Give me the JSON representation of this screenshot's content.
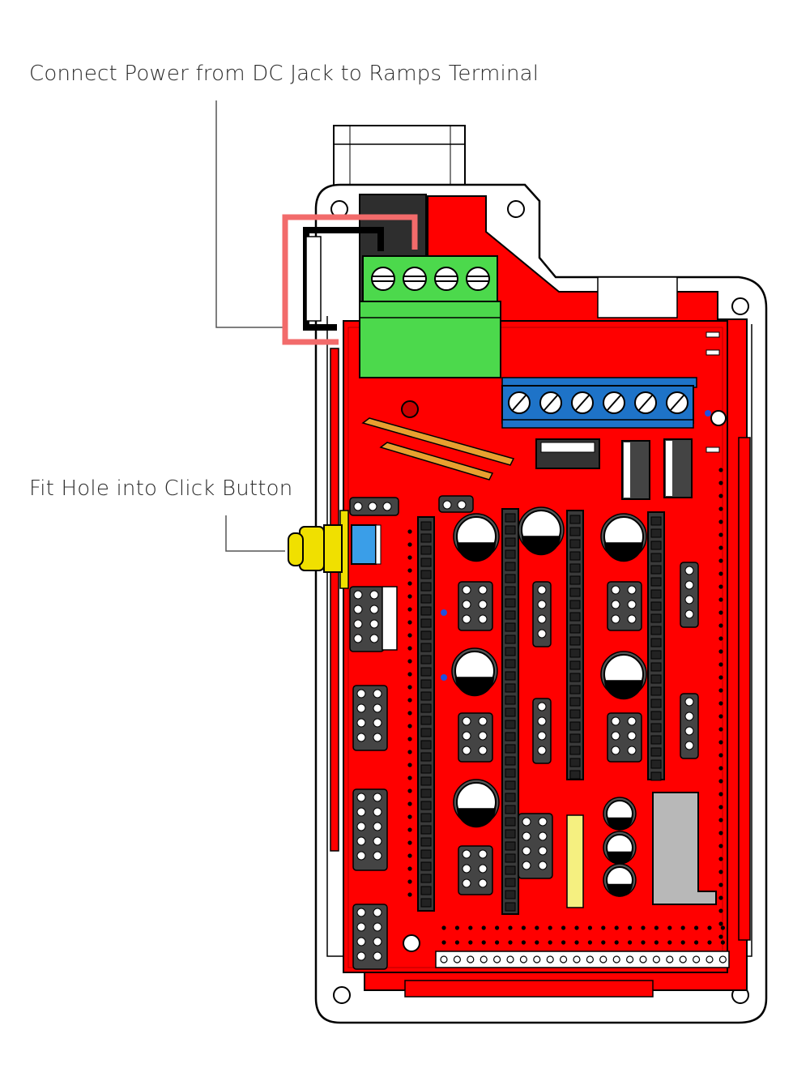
{
  "annotations": {
    "power": "Connect Power from DC Jack to Ramps Terminal",
    "button": "Fit Hole into Click Button"
  },
  "colors": {
    "pcb": "#ff0000",
    "pcb_dark": "#cc0000",
    "terminal_green": "#4cd94c",
    "terminal_blue": "#1e73c8",
    "highlight": "#f26b6b",
    "button_yellow": "#f0e000",
    "header": "#3c3c3c",
    "outline": "#000000"
  },
  "components": {
    "green_terminal_screws": 4,
    "blue_terminal_screws": 6,
    "capacitors_large": 6,
    "capacitors_small": 3
  }
}
